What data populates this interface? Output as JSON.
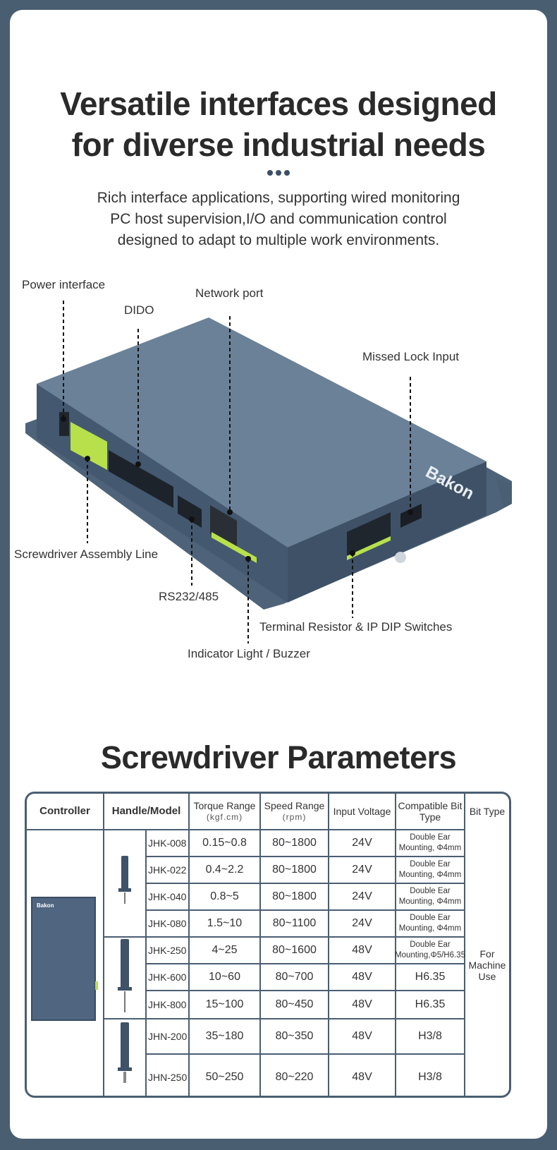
{
  "header": {
    "title_line1": "Versatile interfaces designed",
    "title_line2": "for diverse industrial needs",
    "subtitle_line1": "Rich interface applications, supporting wired monitoring",
    "subtitle_line2": "PC host supervision,I/O and communication control",
    "subtitle_line3": "designed to adapt to multiple work environments."
  },
  "callouts": {
    "power": "Power interface",
    "dido": "DIDO",
    "network": "Network port",
    "missed": "Missed Lock Input",
    "assembly": "Screwdriver Assembly Line",
    "rs232": "RS232/485",
    "terminal": "Terminal Resistor & IP DIP Switches",
    "indicator": "Indicator Light / Buzzer"
  },
  "device": {
    "brand": "Bakon"
  },
  "params": {
    "title": "Screwdriver Parameters",
    "headers": {
      "controller": "Controller",
      "handle": "Handle/Model",
      "torque": "Torque Range",
      "torque_unit": "(kgf.cm)",
      "speed": "Speed Range",
      "speed_unit": "(rpm)",
      "voltage": "Input Voltage",
      "bit_line1": "Compatible Bit",
      "bit_line2": "Type",
      "bittype": "Bit Type"
    },
    "bittype_value_line1": "For",
    "bittype_value_line2": "Machine",
    "bittype_value_line3": "Use",
    "rows": [
      {
        "model": "JHK-008",
        "torque": "0.15~0.8",
        "speed": "80~1800",
        "voltage": "24V",
        "bit1": "Double Ear",
        "bit2": "Mounting, Φ4mm"
      },
      {
        "model": "JHK-022",
        "torque": "0.4~2.2",
        "speed": "80~1800",
        "voltage": "24V",
        "bit1": "Double Ear",
        "bit2": "Mounting, Φ4mm"
      },
      {
        "model": "JHK-040",
        "torque": "0.8~5",
        "speed": "80~1800",
        "voltage": "24V",
        "bit1": "Double Ear",
        "bit2": "Mounting, Φ4mm"
      },
      {
        "model": "JHK-080",
        "torque": "1.5~10",
        "speed": "80~1100",
        "voltage": "24V",
        "bit1": "Double Ear",
        "bit2": "Mounting, Φ4mm"
      },
      {
        "model": "JHK-250",
        "torque": "4~25",
        "speed": "80~1600",
        "voltage": "48V",
        "bit1": "Double Ear",
        "bit2": "Mounting,Φ5/H6.35"
      },
      {
        "model": "JHK-600",
        "torque": "10~60",
        "speed": "80~700",
        "voltage": "48V",
        "bit1": "H6.35",
        "bit2": ""
      },
      {
        "model": "JHK-800",
        "torque": "15~100",
        "speed": "80~450",
        "voltage": "48V",
        "bit1": "H6.35",
        "bit2": ""
      },
      {
        "model": "JHN-200",
        "torque": "35~180",
        "speed": "80~350",
        "voltage": "48V",
        "bit1": "H3/8",
        "bit2": ""
      },
      {
        "model": "JHN-250",
        "torque": "50~250",
        "speed": "80~220",
        "voltage": "48V",
        "bit1": "H3/8",
        "bit2": ""
      }
    ]
  },
  "colors": {
    "accent": "#4a5e72",
    "device": "#5b7189",
    "connector": "#b7e04a"
  }
}
